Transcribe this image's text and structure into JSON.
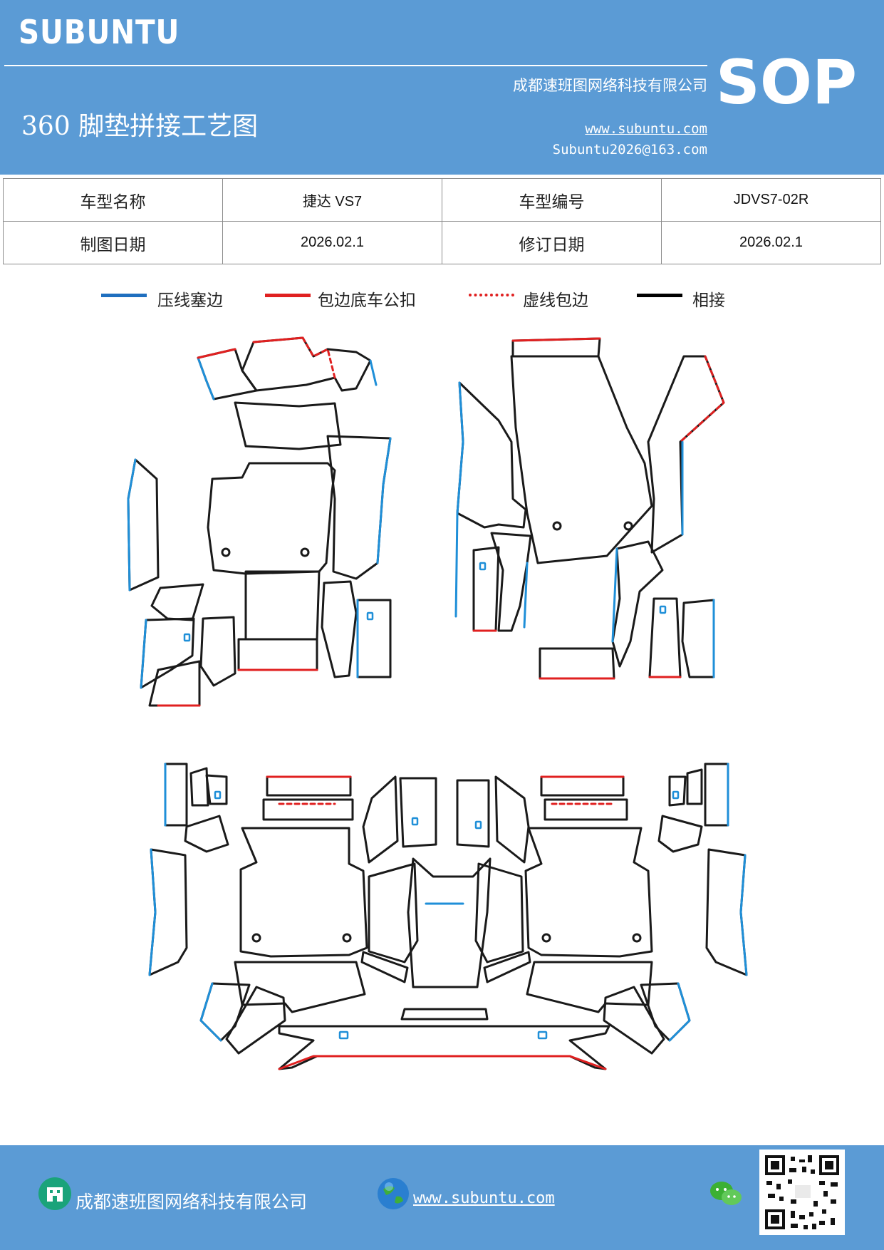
{
  "header": {
    "brand": "SUBUNTU",
    "company": "成都速班图网络科技有限公司",
    "title": "360 脚垫拼接工艺图",
    "website": "www.subuntu.com",
    "email": "Subuntu2026@163.com",
    "badge": "SOP"
  },
  "info_table": {
    "model_name_label": "车型名称",
    "model_name_value": "捷达 VS7",
    "model_code_label": "车型编号",
    "model_code_value": "JDVS7-02R",
    "draw_date_label": "制图日期",
    "draw_date_value": "2026.02.1",
    "revise_date_label": "修订日期",
    "revise_date_value": "2026.02.1"
  },
  "legend": {
    "items": [
      {
        "label": "压线塞边",
        "color": "#1f6fbf",
        "style": "solid"
      },
      {
        "label": "包边底车公扣",
        "color": "#e02020",
        "style": "solid"
      },
      {
        "label": "虚线包边",
        "color": "#e02020",
        "style": "dotted"
      },
      {
        "label": "相接",
        "color": "#000000",
        "style": "solid"
      }
    ]
  },
  "footer": {
    "company": "成都速班图网络科技有限公司",
    "website": "www.subuntu.com"
  },
  "colors": {
    "header_bg": "#5b9bd5",
    "blue_edge": "#1f8fd8",
    "red_edge": "#e02020",
    "outline": "#1a1a1a"
  }
}
